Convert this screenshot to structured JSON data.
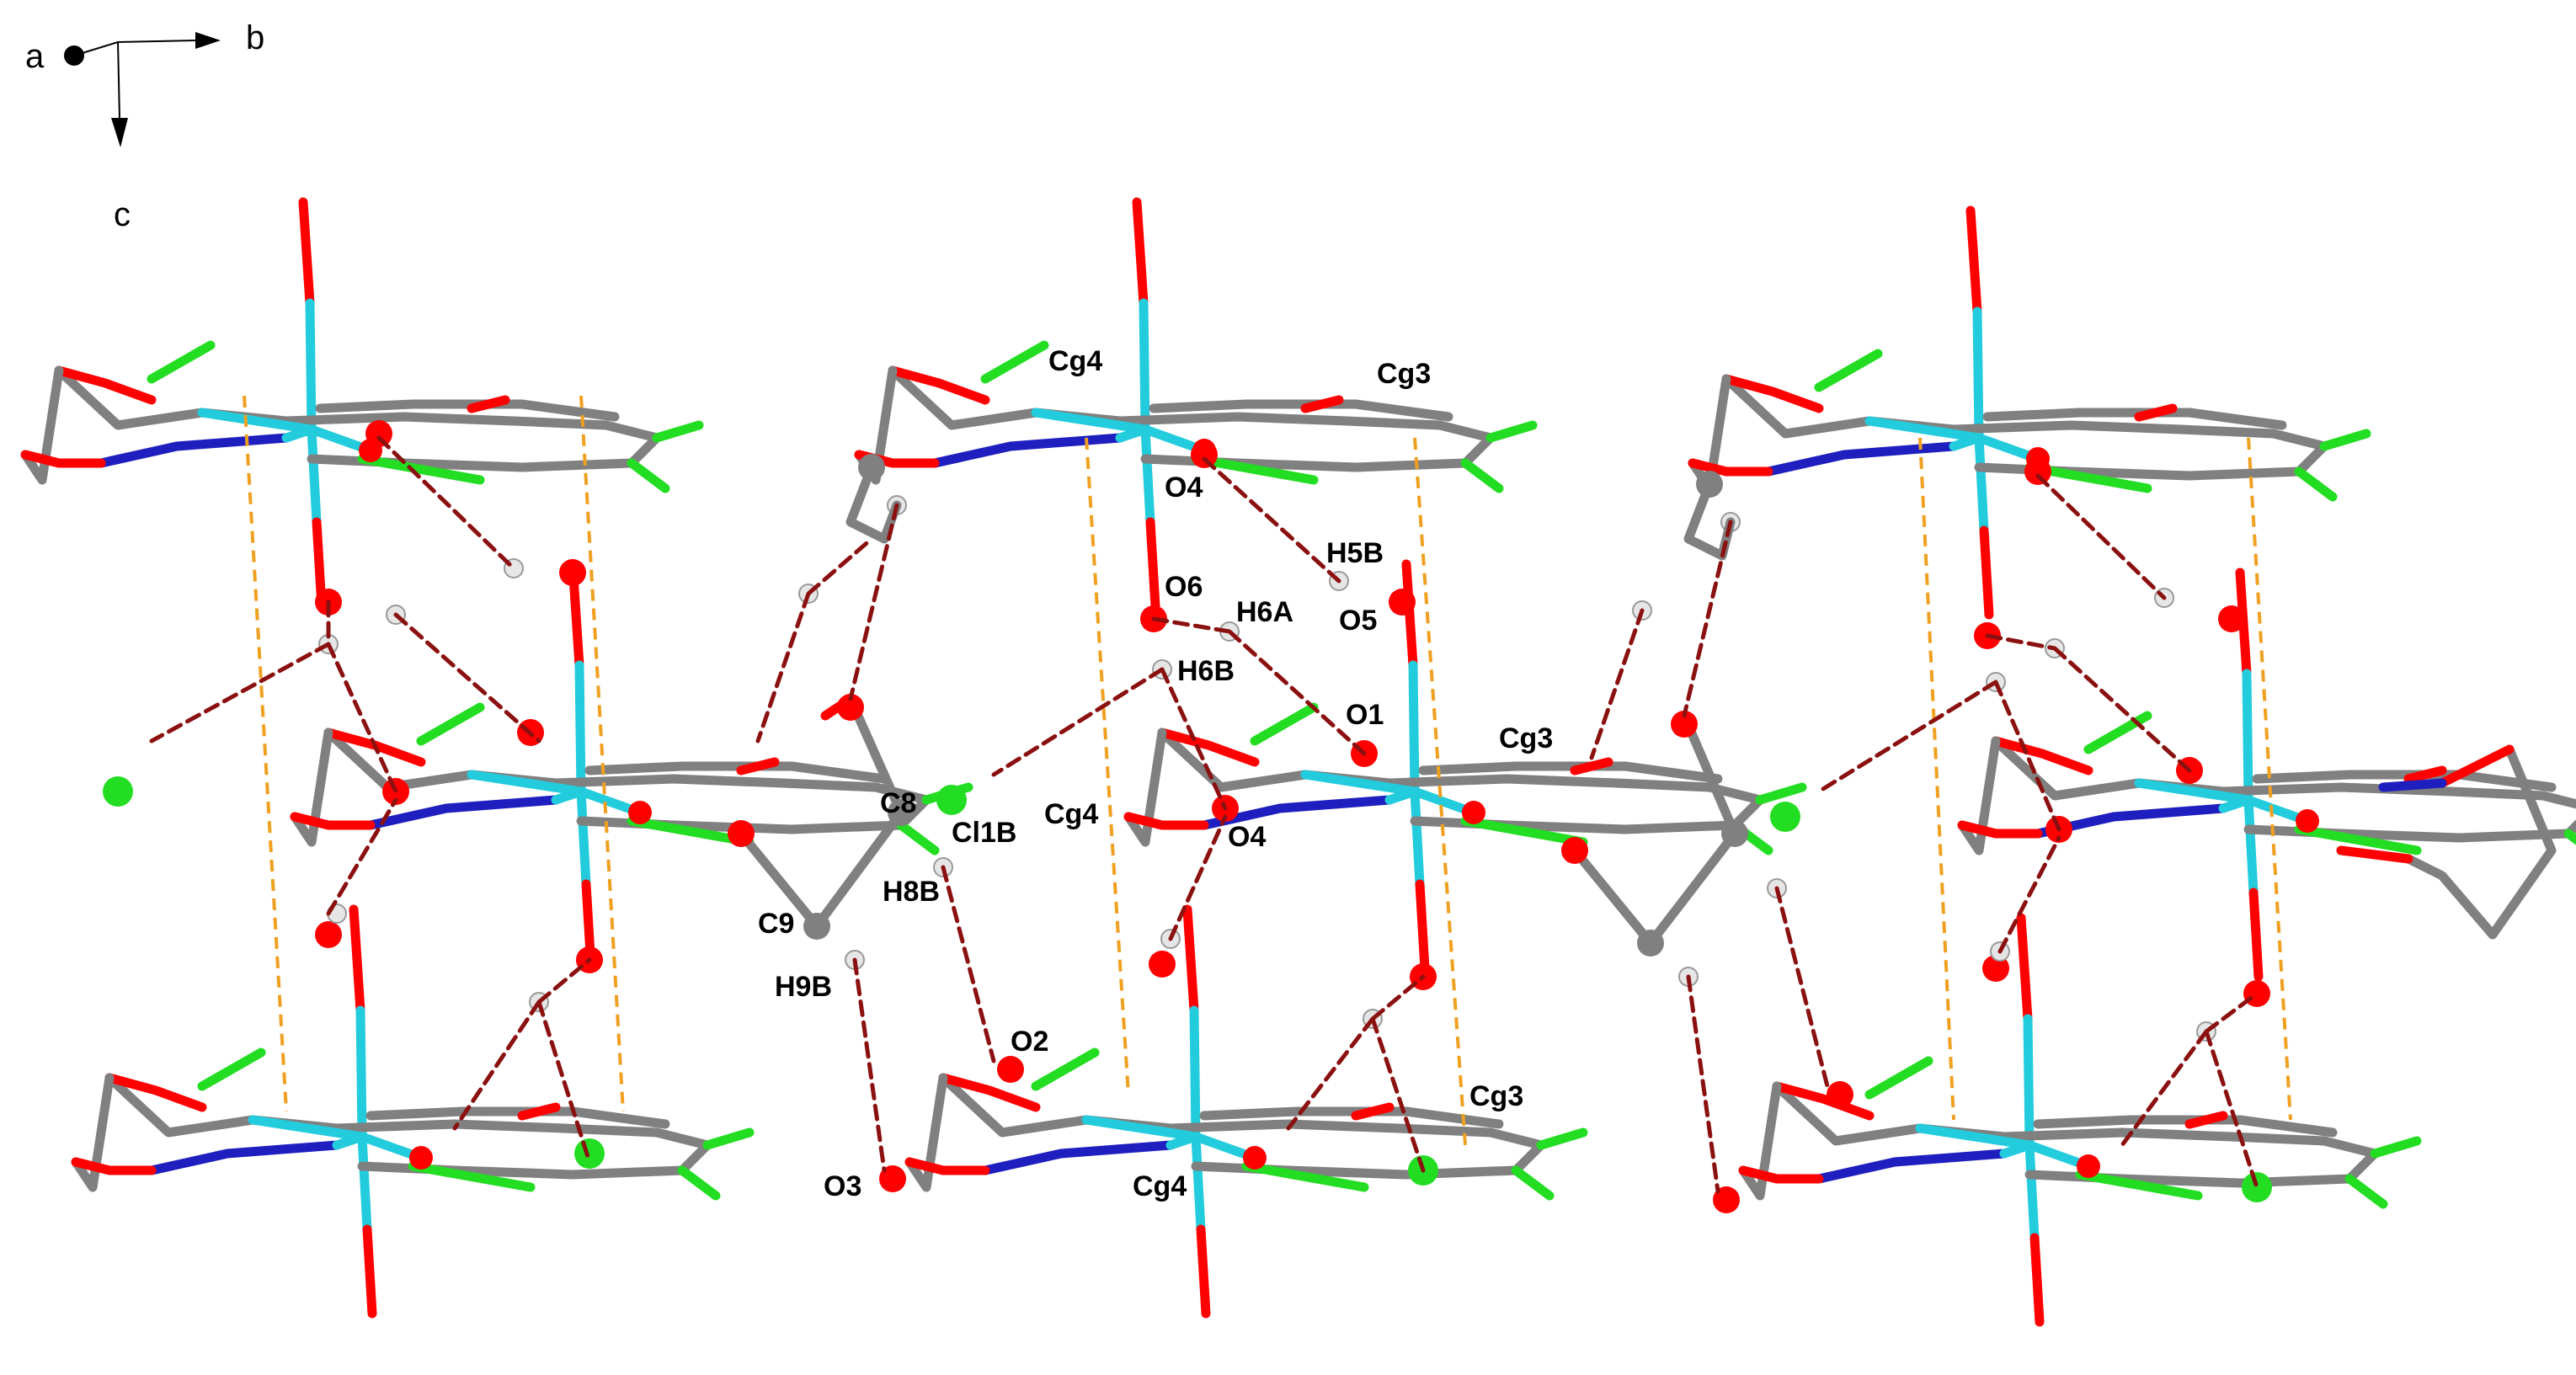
{
  "axes": {
    "a": "a",
    "b": "b",
    "c": "c"
  },
  "colors": {
    "carbon": "#808080",
    "nitrogen": "#1f1fbf",
    "oxygen": "#ff0000",
    "chlorine": "#22dd22",
    "metal": "#22ccdd",
    "hydrogen": "#e6e6e6",
    "hydrogen_bond": "#8b1010",
    "pi_interaction": "#f0a020"
  },
  "labels": {
    "cg4_top": "Cg4",
    "cg3_top": "Cg3",
    "o4_top": "O4",
    "h5b": "H5B",
    "o6": "O6",
    "h6a": "H6A",
    "o5": "O5",
    "h6b": "H6B",
    "o1": "O1",
    "cg3_mid": "Cg3",
    "c8": "C8",
    "cl1b": "Cl1B",
    "cg4_mid": "Cg4",
    "o4_mid": "O4",
    "h8b": "H8B",
    "c9": "C9",
    "h9b": "H9B",
    "o2": "O2",
    "cg3_bot": "Cg3",
    "o3": "O3",
    "cg4_bot": "Cg4"
  }
}
